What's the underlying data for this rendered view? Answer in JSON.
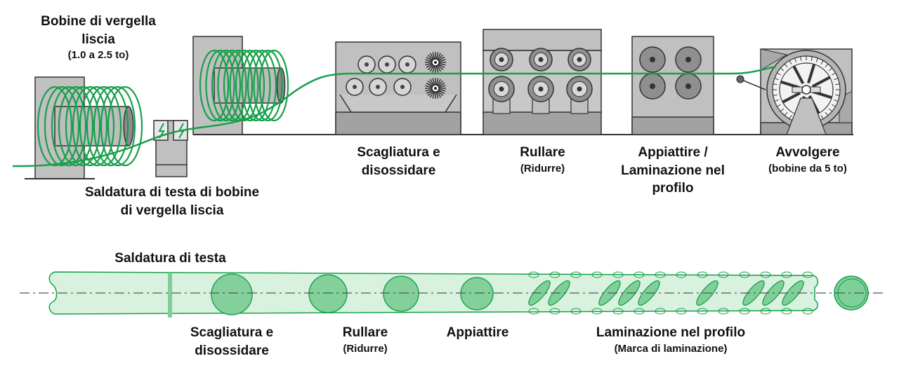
{
  "colors": {
    "wire": "#16a04a",
    "rod_fill": "#d9f2df",
    "rod_stroke": "#16a04a",
    "section_fill": "#7fcf98",
    "machine": "#c0c0c0",
    "machine_dark": "#a2a2a2",
    "outline": "#333333"
  },
  "top_labels": {
    "coil": {
      "line1": "Bobine di vergella",
      "line2": "liscia",
      "line3": "(1.0 a 2.5 to)"
    },
    "weld": {
      "line1": "Saldatura di testa di bobine",
      "line2": "di vergella liscia"
    },
    "descale": {
      "line1": "Scagliatura e",
      "line2": "disossidare"
    },
    "roll": {
      "line1": "Rullare",
      "line2": "(Ridurre)"
    },
    "flatten": {
      "line1": "Appiattire /",
      "line2": "Laminazione nel",
      "line3": "profilo"
    },
    "wind": {
      "line1": "Avvolgere",
      "line2": "(bobine da 5 to)"
    }
  },
  "bottom_labels": {
    "weld": "Saldatura di testa",
    "descale": {
      "line1": "Scagliatura e",
      "line2": "disossidare"
    },
    "roll": {
      "line1": "Rullare",
      "line2": "(Ridurre)"
    },
    "flatten": "Appiattire",
    "profile": {
      "line1": "Laminazione nel profilo",
      "line2": "(Marca di laminazione)"
    }
  }
}
